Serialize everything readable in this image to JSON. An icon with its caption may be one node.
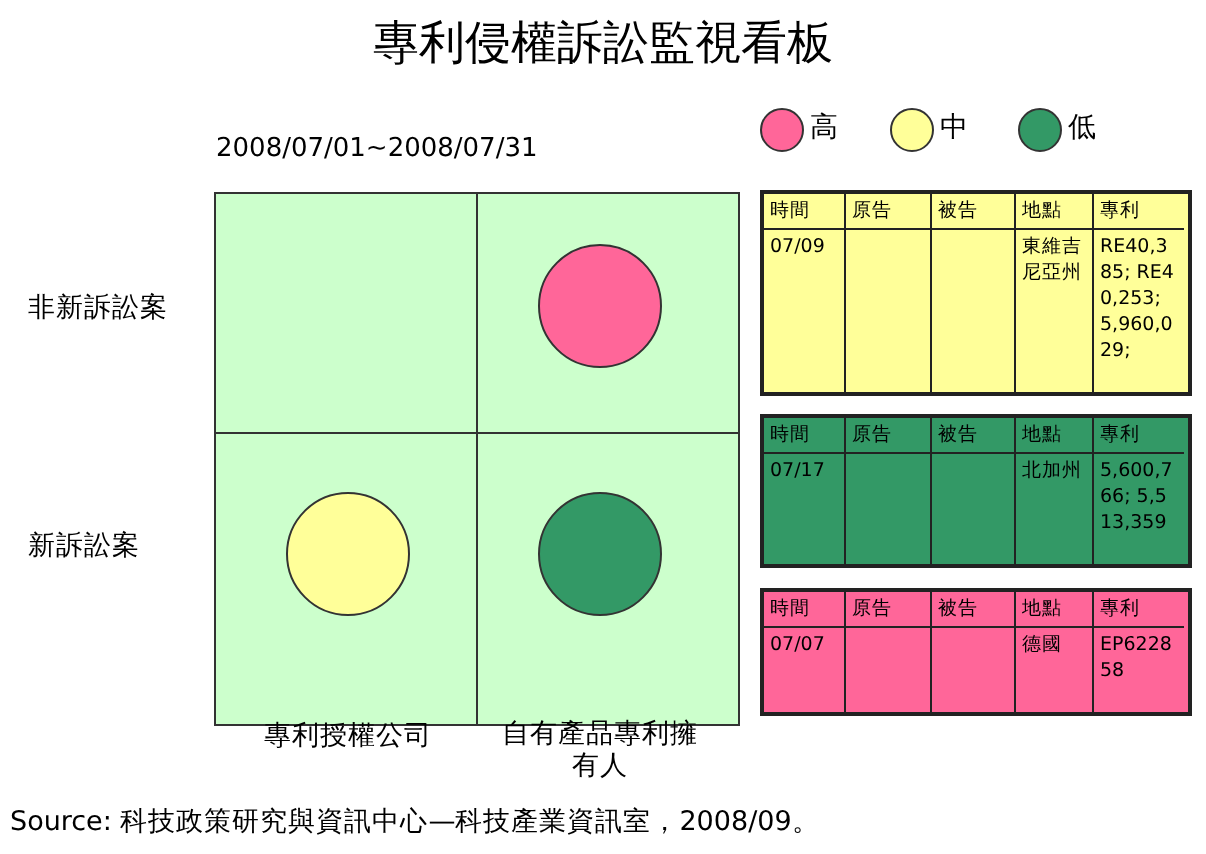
{
  "diagram": {
    "title": "專利侵權訴訟監視看板",
    "caption": "Source: 科技政策研究與資訊中心—科技產業資訊室，2008/09。",
    "nodes": [
      {
        "text": [],
        "shape": "circle"
      },
      {
        "text": [],
        "shape": "circle"
      },
      {
        "text": [],
        "shape": "circle"
      }
    ],
    "labels": [
      "2008/07/01~2008/07/31",
      "非新訴訟案",
      "新訴訟案",
      "專利授權公司",
      "自有產品專利擁有人",
      "時間",
      "原告",
      "被告",
      "地點",
      "專利",
      "07/09",
      "東維吉尼亞州",
      "RE40,385; RE40,253; 5,960,029;",
      "時間",
      "原告",
      "被告",
      "地點",
      "專利",
      "07/17",
      "北加州",
      "5,600,766; 5,513,359",
      "時間",
      "原告",
      "被告",
      "地點",
      "專利",
      "07/07",
      "德國",
      "EP622858"
    ],
    "legend": [
      {
        "text": "高",
        "color": "#ff6699"
      },
      {
        "text": "中",
        "color": "#ffff99"
      },
      {
        "text": "低",
        "color": "#339966"
      }
    ]
  }
}
